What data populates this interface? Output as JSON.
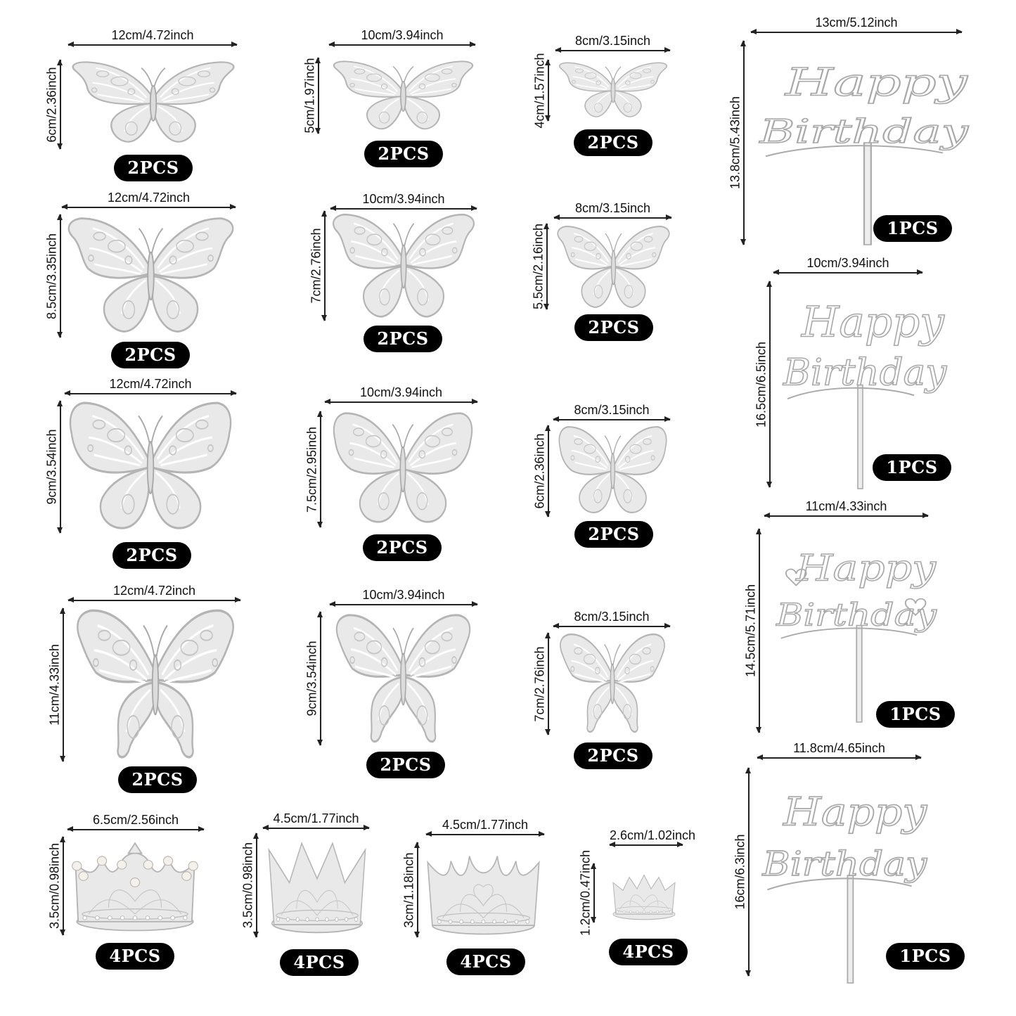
{
  "butterflies": [
    {
      "width": "12cm/4.72inch",
      "height": "6cm/2.36inch",
      "qty": "2PCS"
    },
    {
      "width": "10cm/3.94inch",
      "height": "5cm/1.97inch",
      "qty": "2PCS"
    },
    {
      "width": "8cm/3.15inch",
      "height": "4cm/1.57inch",
      "qty": "2PCS"
    },
    {
      "width": "12cm/4.72inch",
      "height": "8.5cm/3.35inch",
      "qty": "2PCS"
    },
    {
      "width": "10cm/3.94inch",
      "height": "7cm/2.76inch",
      "qty": "2PCS"
    },
    {
      "width": "8cm/3.15inch",
      "height": "5.5cm/2.16inch",
      "qty": "2PCS"
    },
    {
      "width": "12cm/4.72inch",
      "height": "9cm/3.54inch",
      "qty": "2PCS"
    },
    {
      "width": "10cm/3.94inch",
      "height": "7.5cm/2.95inch",
      "qty": "2PCS"
    },
    {
      "width": "8cm/3.15inch",
      "height": "6cm/2.36inch",
      "qty": "2PCS"
    },
    {
      "width": "12cm/4.72inch",
      "height": "11cm/4.33inch",
      "qty": "2PCS"
    },
    {
      "width": "10cm/3.94inch",
      "height": "9cm/3.54inch",
      "qty": "2PCS"
    },
    {
      "width": "8cm/3.15inch",
      "height": "7cm/2.76inch",
      "qty": "2PCS"
    }
  ],
  "crowns": [
    {
      "width": "6.5cm/2.56inch",
      "height": "3.5cm/0.98inch",
      "qty": "4PCS"
    },
    {
      "width": "4.5cm/1.77inch",
      "height": "3.5cm/0.98inch",
      "qty": "4PCS"
    },
    {
      "width": "4.5cm/1.77inch",
      "height": "3cm/1.18inch",
      "qty": "4PCS"
    },
    {
      "width": "2.6cm/1.02inch",
      "height": "1.2cm/0.47inch",
      "qty": "4PCS"
    }
  ],
  "toppers": [
    {
      "width": "13cm/5.12inch",
      "height": "13.8cm/5.43inch",
      "qty": "1PCS",
      "line1": "Happy",
      "line2": "Birthday"
    },
    {
      "width": "10cm/3.94inch",
      "height": "16.5cm/6.5inch",
      "qty": "1PCS",
      "line1": "Happy",
      "line2": "Birthday"
    },
    {
      "width": "11cm/4.33inch",
      "height": "14.5cm/5.71inch",
      "qty": "1PCS",
      "line1": "Happy",
      "line2": "Birthday"
    },
    {
      "width": "11.8cm/4.65inch",
      "height": "16cm/6.3inch",
      "qty": "1PCS",
      "line1": "Happy",
      "line2": "Birthday"
    }
  ],
  "colors": {
    "silver": "#e9e9e9",
    "badge": "#000000",
    "badge_text": "#ffffff",
    "dimension_line": "#222222"
  }
}
